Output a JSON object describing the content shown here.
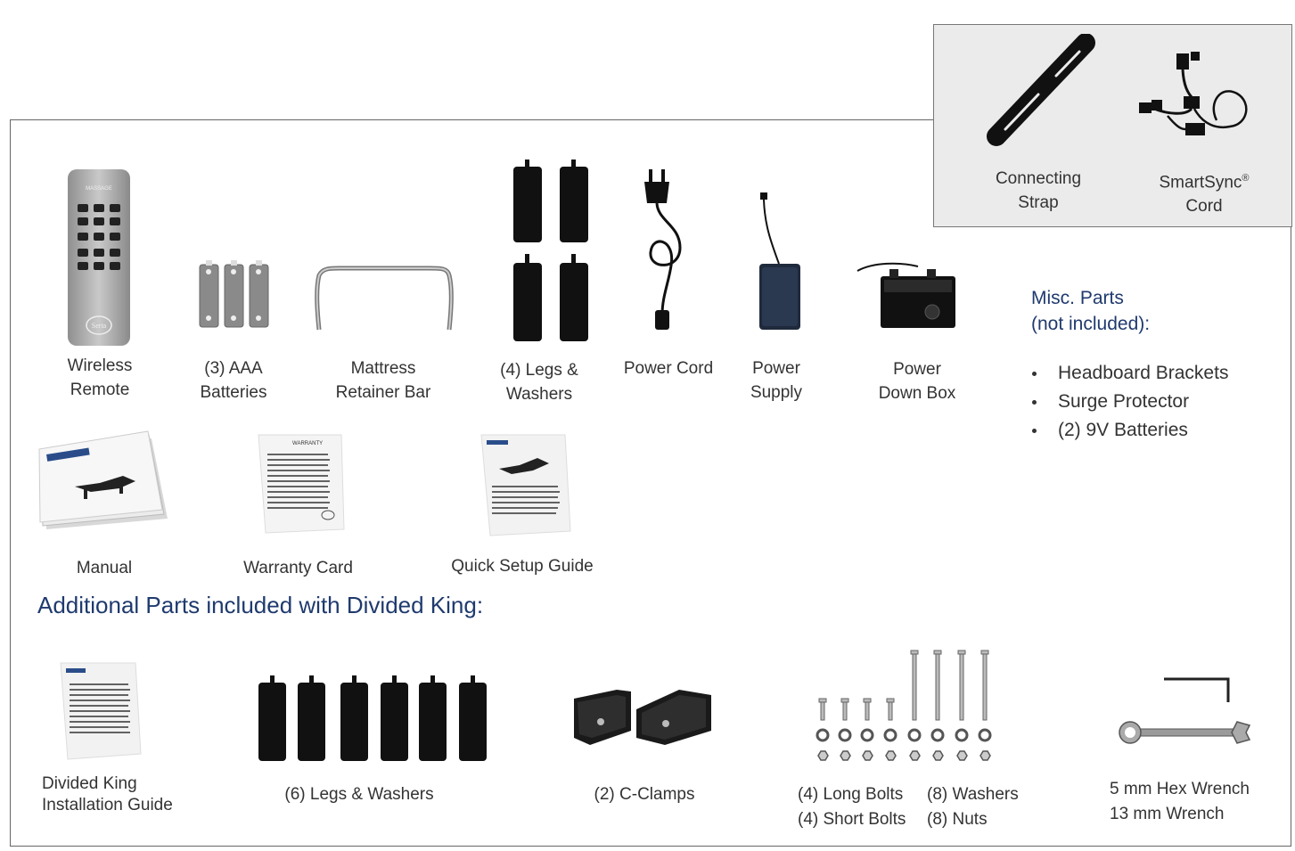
{
  "addons": {
    "connecting_strap": [
      "Connecting",
      "Strap"
    ],
    "smartsync_cord": [
      "SmartSync",
      "Cord"
    ],
    "smartsync_mark": "®"
  },
  "items": {
    "wireless_remote": [
      "Wireless",
      "Remote"
    ],
    "remote_brand": "Serta",
    "remote_header": "MASSAGE",
    "aaa_batteries": [
      "(3) AAA",
      "Batteries"
    ],
    "retainer_bar": [
      "Mattress",
      "Retainer Bar"
    ],
    "legs_washers": [
      "(4) Legs &",
      "Washers"
    ],
    "power_cord": "Power Cord",
    "power_supply": [
      "Power",
      "Supply"
    ],
    "power_down_box": [
      "Power",
      "Down Box"
    ],
    "manual": "Manual",
    "warranty_card": "Warranty Card",
    "warranty_heading": "WARRANTY",
    "quick_setup_guide": "Quick Setup Guide"
  },
  "misc": {
    "title": [
      "Misc. Parts",
      "(not included):"
    ],
    "list": [
      "Headboard Brackets",
      "Surge Protector",
      "(2) 9V Batteries"
    ]
  },
  "divided_king": {
    "heading": "Additional Parts included with Divided King:",
    "installation_guide": [
      "Divided King",
      "Installation Guide"
    ],
    "legs_washers": "(6) Legs & Washers",
    "c_clamps": "(2) C-Clamps",
    "bolts": [
      "(4) Long Bolts",
      "(4) Short Bolts"
    ],
    "washers_nuts": [
      "(8) Washers",
      "(8) Nuts"
    ],
    "wrenches": [
      "5 mm Hex Wrench",
      "13 mm Wrench"
    ]
  },
  "colors": {
    "heading_blue": "#1f3a6e",
    "text": "#333333",
    "addon_bg": "#ebebeb"
  }
}
